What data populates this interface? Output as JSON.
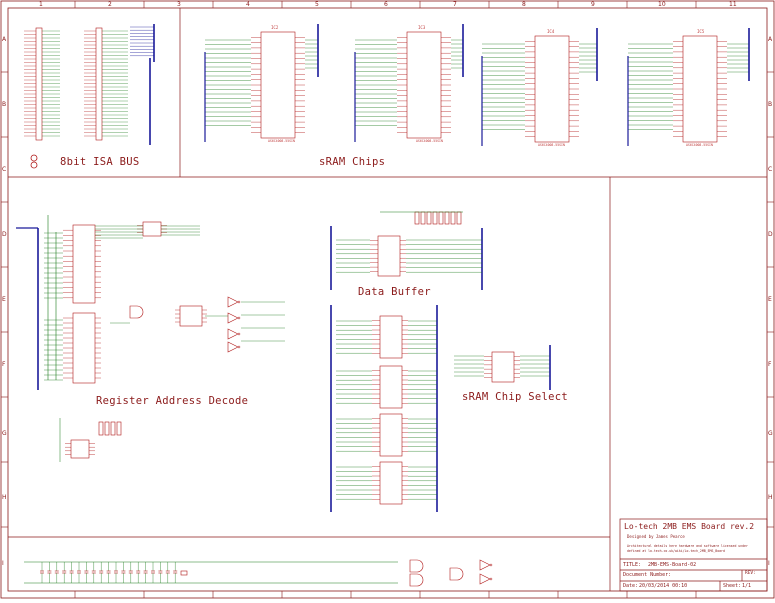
{
  "colors": {
    "frame": "#8b1a1a",
    "wire": "#1a7a1a",
    "bus": "#1a1a9a",
    "part": "#b01818",
    "text": "#8b1a1a"
  },
  "columns": [
    "1",
    "2",
    "3",
    "4",
    "5",
    "6",
    "7",
    "8",
    "9",
    "10",
    "11"
  ],
  "rows": [
    "A",
    "B",
    "C",
    "D",
    "E",
    "F",
    "G",
    "H",
    "I"
  ],
  "sections": {
    "isa_bus": "8bit ISA BUS",
    "sram_chips": "sRAM Chips",
    "data_buffer": "Data Buffer",
    "register_decode": "Register Address Decode",
    "chip_select": "sRAM Chip Select"
  },
  "chips": {
    "ic2": "IC2",
    "ic3": "IC3",
    "ic4": "IC4",
    "ic5": "IC5",
    "sram_part": "AS6C4008-55SIN"
  },
  "title_block": {
    "title": "Lo-tech 2MB EMS Board rev.2",
    "designer": "Designed by James Pearce",
    "license_line1": "Architectural details here hardware and software licensed under",
    "license_line2": "defined at lo-tech.co.uk/wiki/Lo-tech_2MB_EMS_Board",
    "title_label": "TITLE:",
    "title_value": "2MB-EMS-Board-02",
    "docnum_label": "Document Number:",
    "rev_label": "REV:",
    "rev_value": "",
    "date_label": "Date:",
    "date_value": "20/03/2014 00:10",
    "sheet_label": "Sheet:",
    "sheet_value": "1/1"
  }
}
